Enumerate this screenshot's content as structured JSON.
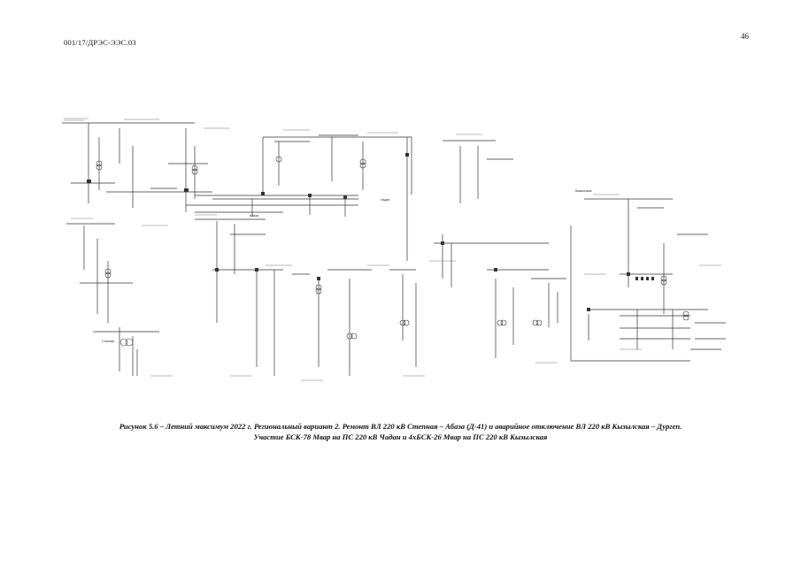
{
  "header": {
    "doc_code": "001/17/ДРЭС-ЭЭС.03",
    "page_number": "46"
  },
  "diagram": {
    "labels": {
      "stepnaya": "Степная",
      "abaza": "Абаза",
      "chadan": "Чадан",
      "kyzylskaya": "Кызылская"
    }
  },
  "caption": {
    "line1": "Рисунок 5.6 – Летний максимум 2022 г. Региональный вариант 2. Ремонт ВЛ 220 кВ Степная – Абаза (Д-41) и аварийное отключение ВЛ 220 кВ Кызылская – Дургеп.",
    "line2": "Участие БСК-78 Мвар на ПС 220 кВ Чадан и 4хБСК-26 Мвар на ПС 220 кВ Кызылская"
  }
}
